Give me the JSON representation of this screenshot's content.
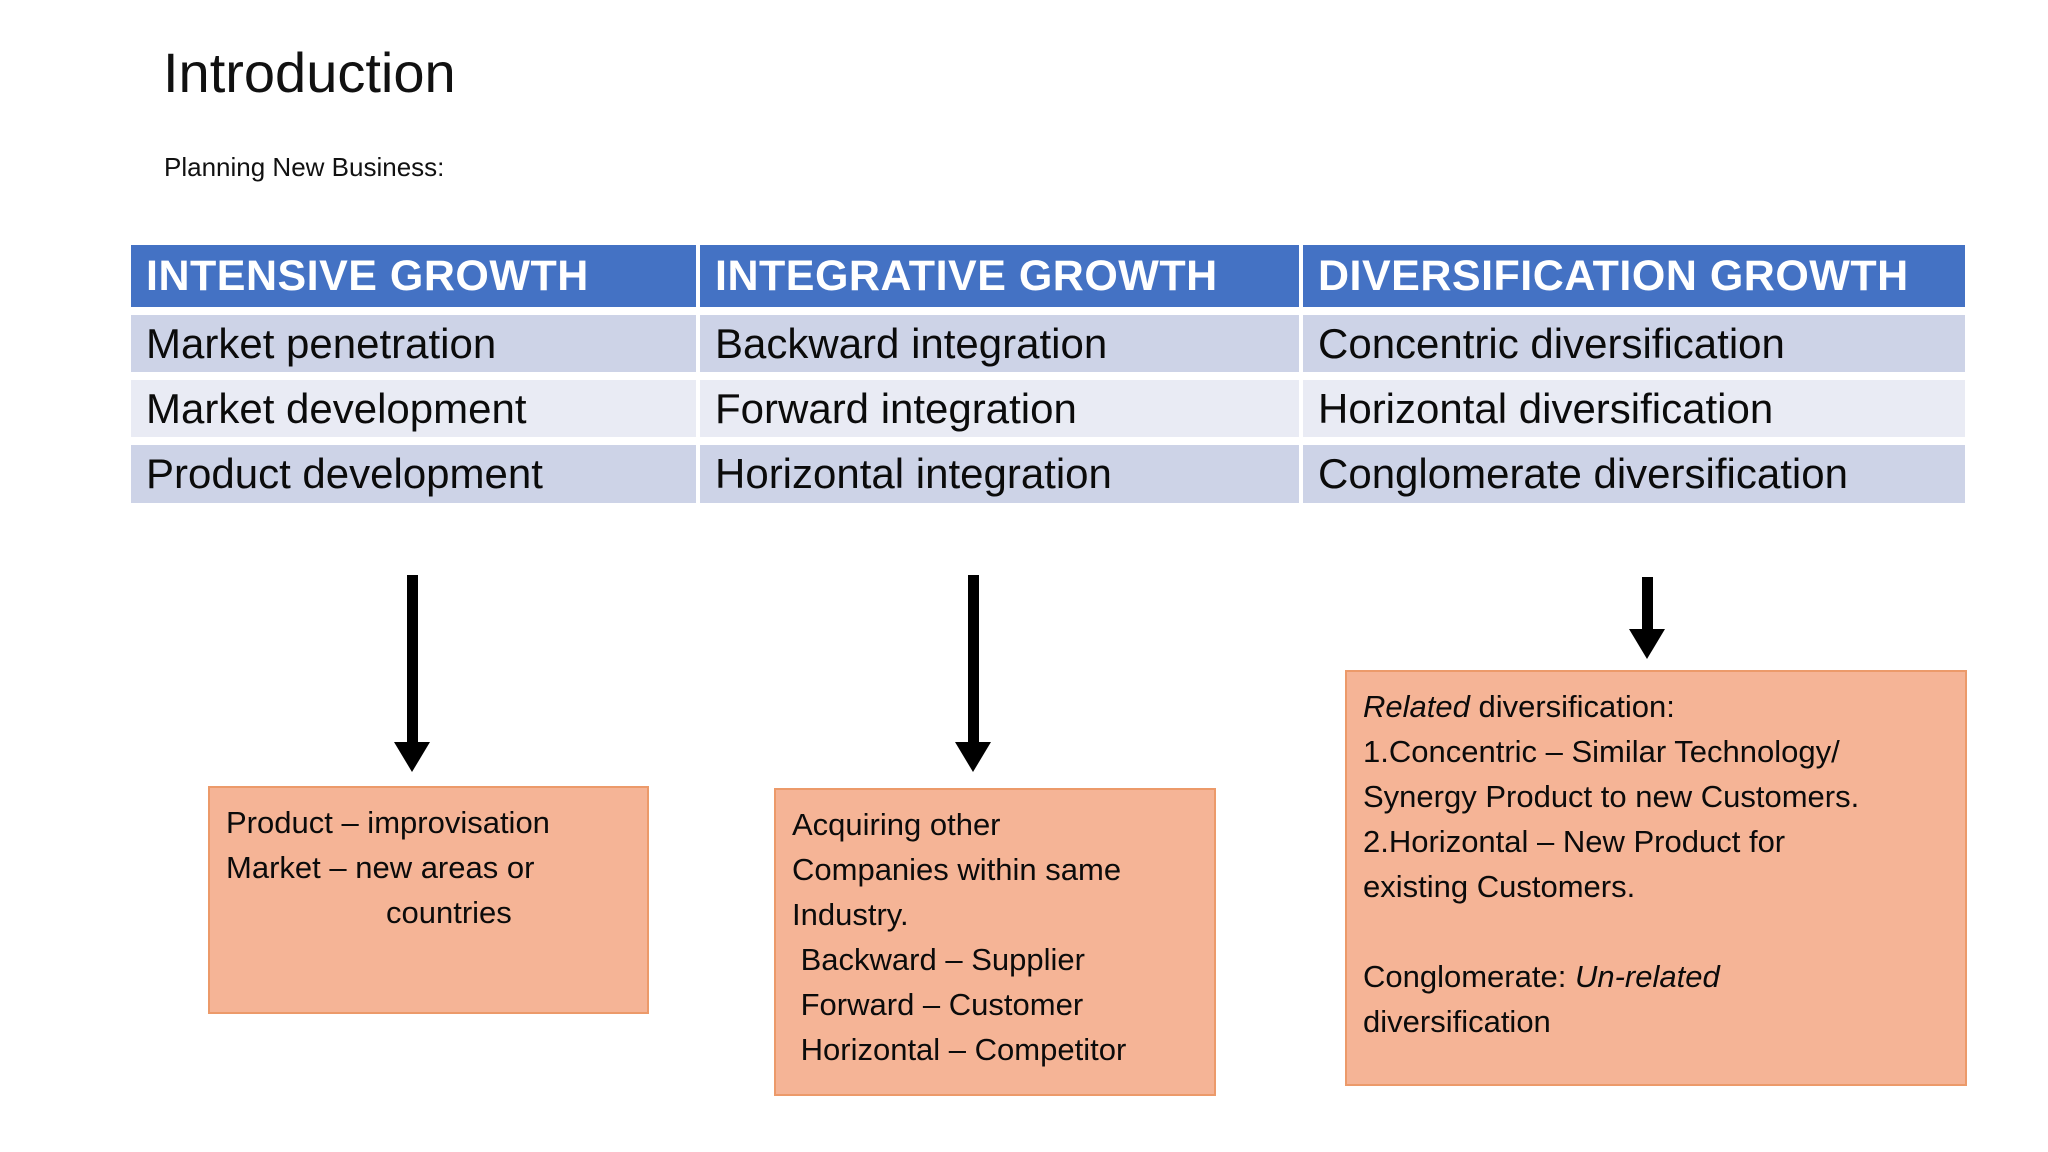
{
  "slide": {
    "title": "Introduction",
    "subtitle": "Planning New Business:"
  },
  "table": {
    "headers": [
      "INTENSIVE GROWTH",
      "INTEGRATIVE GROWTH",
      "DIVERSIFICATION GROWTH"
    ],
    "rows": [
      [
        "Market penetration",
        "Backward integration",
        "Concentric diversification"
      ],
      [
        "Market development",
        "Forward integration",
        "Horizontal diversification"
      ],
      [
        "Product development",
        "Horizontal integration",
        "Conglomerate diversification"
      ]
    ]
  },
  "boxes": {
    "intensive": {
      "lines": [
        "Product – improvisation",
        "Market – new areas or",
        "countries"
      ]
    },
    "integrative": {
      "lines": [
        "Acquiring other",
        "Companies within same",
        "Industry.",
        " Backward – Supplier",
        " Forward – Customer",
        " Horizontal – Competitor"
      ]
    },
    "diversification": {
      "line1_italic": "Related",
      "line1_rest": " diversification:",
      "line2": "1.Concentric – Similar Technology/",
      "line3": "Synergy Product to new Customers.",
      "line4": "2.Horizontal – New Product for",
      "line5": "existing Customers.",
      "line6": "",
      "line7_normal": "Conglomerate: ",
      "line7_italic": "Un-related",
      "line8": "diversification"
    }
  },
  "colors": {
    "table_header_bg": "#4472C4",
    "table_header_text": "#FFFFFF",
    "row_band_dark": "#CDD3E7",
    "row_band_light": "#E9EBF4",
    "box_fill": "#F5B496",
    "box_border": "#EC9A6A",
    "arrow": "#000000",
    "background": "#FFFFFF"
  }
}
